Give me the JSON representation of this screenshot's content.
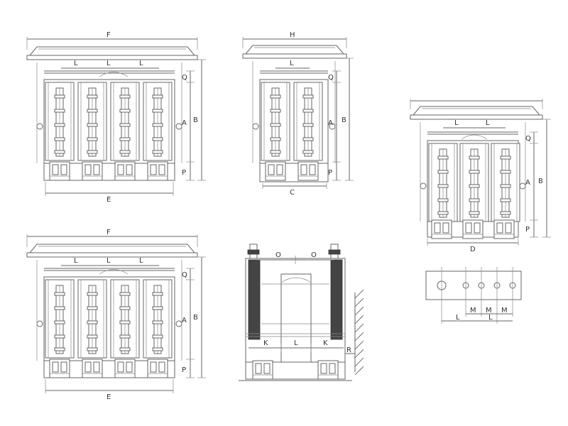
{
  "views": {
    "front_top": {
      "labels": {
        "F": "F",
        "L1": "L",
        "L2": "L",
        "L3": "L",
        "Q": "Q",
        "A": "A",
        "B": "B",
        "P": "P",
        "E": "E"
      }
    },
    "side": {
      "labels": {
        "H": "H",
        "L": "L",
        "Q": "Q",
        "A": "A",
        "B": "B",
        "P": "P",
        "C": "C"
      }
    },
    "front_three": {
      "labels": {
        "L1": "L",
        "L2": "L",
        "Q": "Q",
        "A": "A",
        "B": "B",
        "P": "P",
        "D": "D"
      }
    },
    "front_bottom": {
      "labels": {
        "F": "F",
        "L1": "L",
        "L2": "L",
        "L3": "L",
        "Q": "Q",
        "A": "A",
        "B": "B",
        "P": "P",
        "E": "E"
      }
    },
    "section": {
      "labels": {
        "O1": "O",
        "O2": "O",
        "K1": "K",
        "L": "L",
        "K2": "K",
        "R": "R"
      }
    },
    "busbar": {
      "labels": {
        "M1": "M",
        "M2": "M",
        "M3": "M",
        "L1": "L",
        "L2": "L"
      }
    }
  }
}
